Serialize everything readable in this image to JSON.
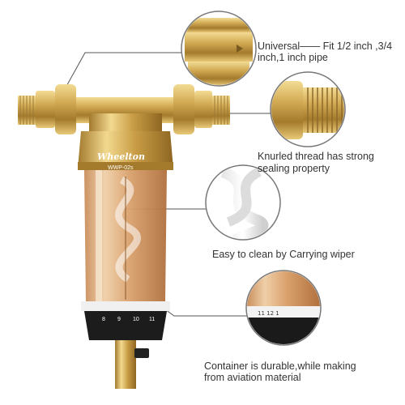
{
  "product": {
    "brand": "Wheelton",
    "model": "WWP-02s"
  },
  "callouts": [
    {
      "line1": "Universal—— Fit 1/2 inch ,3/4",
      "line2": "inch,1 inch pipe"
    },
    {
      "line1": "Knurled thread has strong",
      "line2": "sealing property"
    },
    {
      "line1": "Easy to clean by Carrying wiper",
      "line2": ""
    },
    {
      "line1": "Container is durable,while making",
      "line2": "from aviation material"
    }
  ],
  "dial_numbers": [
    "8",
    "9",
    "10",
    "11"
  ],
  "colors": {
    "brass": "#c9a24a",
    "brass_dark": "#8a6620",
    "amber_glass": "#d8a26a",
    "line": "#555555"
  }
}
